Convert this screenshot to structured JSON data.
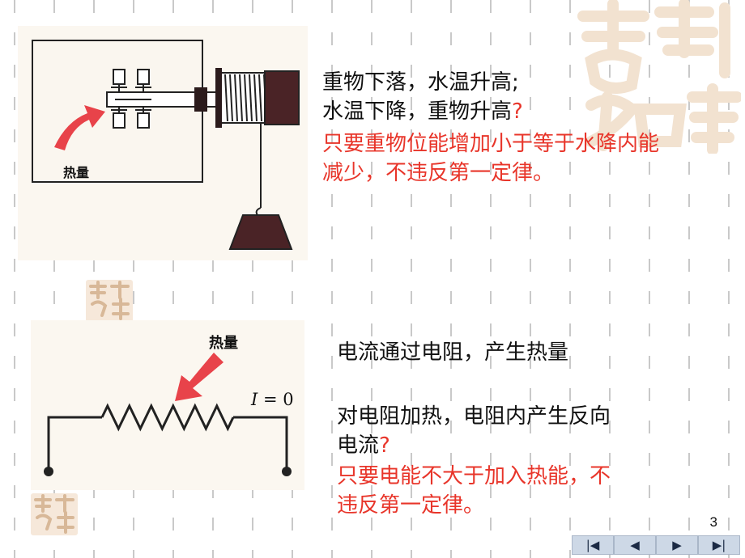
{
  "slide": {
    "page_number": "3",
    "seal_text": "吉祥如意"
  },
  "figure1": {
    "heat_label": "热量"
  },
  "text1": {
    "line1": "重物下落，水温升高;",
    "line2_main": "水温下降，重物升高",
    "line2_q": "?",
    "red_line1": "只要重物位能增加小于等于水降内能",
    "red_line2": "减少，不违反第一定律。"
  },
  "figure2": {
    "heat_label": "热量",
    "current_label_var": "I",
    "current_label_rest": " = 0"
  },
  "text2": {
    "line1": "电流通过电阻，产生热量",
    "line2": "对电阻加热，电阻内产生反向",
    "line3_main": "电流",
    "line3_q": "?",
    "red_line1": "只要电能不大于加入热能，不",
    "red_line2": "违反第一定律。"
  },
  "nav": {
    "first_icon": "first-slide-icon",
    "prev_icon": "prev-slide-icon",
    "next_icon": "next-slide-icon",
    "last_icon": "last-slide-icon"
  },
  "colors": {
    "accent_red": "#e8352a",
    "arrow_red": "#e8434a",
    "weight_brown": "#4a2326",
    "seal_tan": "#f0ddc8"
  }
}
